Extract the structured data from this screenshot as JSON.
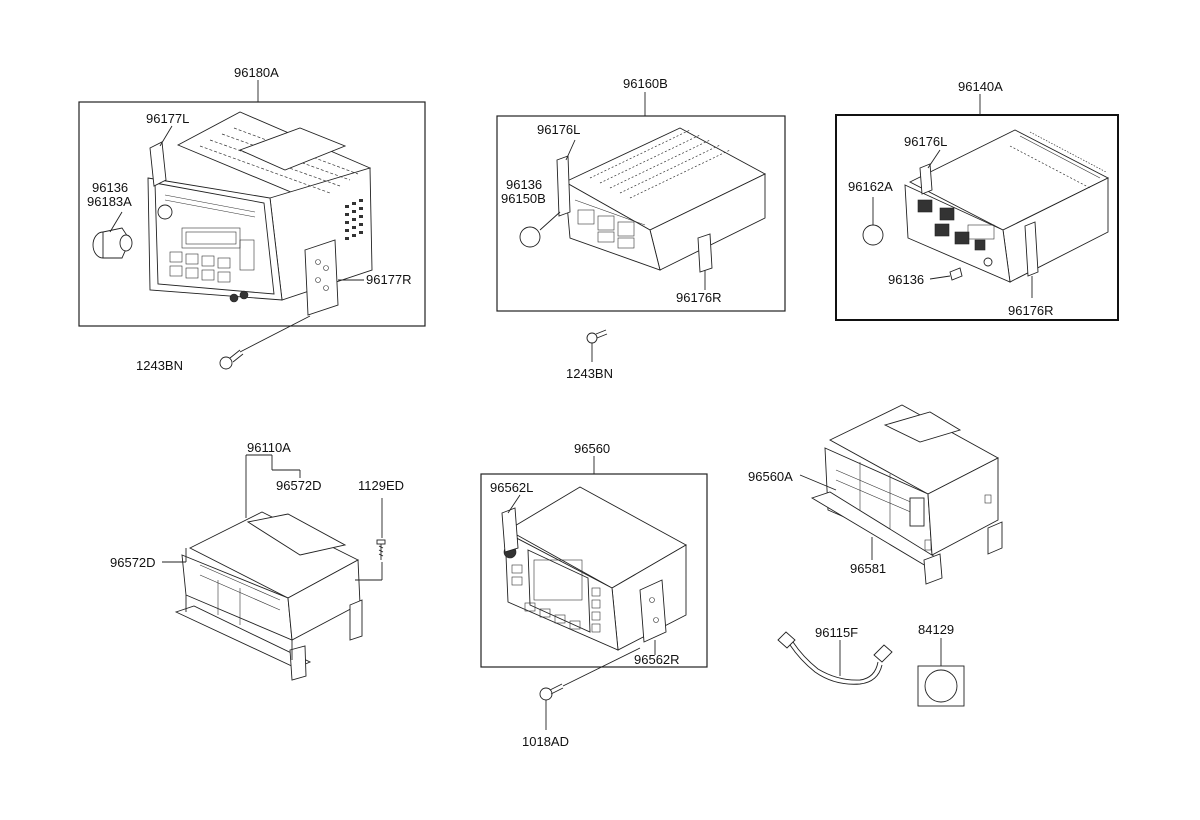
{
  "labels": {
    "p96180A": "96180A",
    "p96177L": "96177L",
    "p96136_a": "96136",
    "p96183A": "96183A",
    "p96177R": "96177R",
    "p1243BN_a": "1243BN",
    "p96160B": "96160B",
    "p96176L_a": "96176L",
    "p96136_b": "96136",
    "p96150B": "96150B",
    "p96176R_a": "96176R",
    "p1243BN_b": "1243BN",
    "p96140A": "96140A",
    "p96176L_b": "96176L",
    "p96162A": "96162A",
    "p96136_c": "96136",
    "p96176R_b": "96176R",
    "p96110A": "96110A",
    "p96572D_a": "96572D",
    "p1129ED": "1129ED",
    "p96572D_b": "96572D",
    "p96560": "96560",
    "p96562L": "96562L",
    "p96562R": "96562R",
    "p1018AD": "1018AD",
    "p96560A": "96560A",
    "p96581": "96581",
    "p96115F": "96115F",
    "p84129": "84129"
  }
}
